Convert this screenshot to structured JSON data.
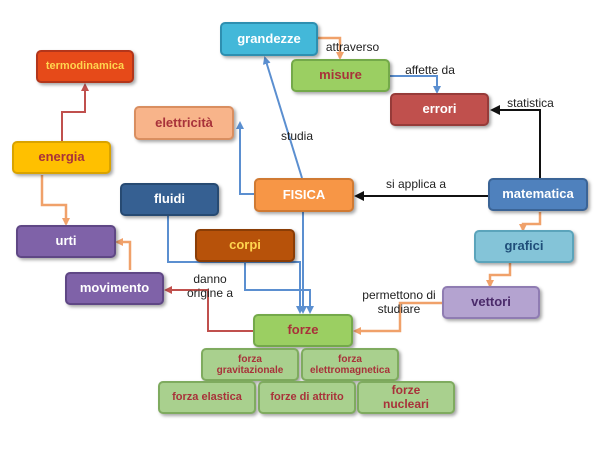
{
  "nodes": {
    "grandezze": {
      "label": "grandezze",
      "fill": "#43b8d9",
      "text": "#ffffff"
    },
    "termodinamica": {
      "label": "termodinamica",
      "fill": "#e64a19",
      "text": "#ffd54f"
    },
    "misure": {
      "label": "misure",
      "fill": "#9bcf62",
      "text": "#a8323a"
    },
    "errori": {
      "label": "errori",
      "fill": "#c0504d",
      "text": "#ffffff"
    },
    "elettricita": {
      "label": "elettricità",
      "fill": "#f8b48a",
      "text": "#a8323a"
    },
    "energia": {
      "label": "energia",
      "fill": "#ffc000",
      "text": "#a8323a"
    },
    "fisica": {
      "label": "FISICA",
      "fill": "#f79646",
      "text": "#ffffff"
    },
    "matematica": {
      "label": "matematica",
      "fill": "#4f81bd",
      "text": "#ffffff"
    },
    "fluidi": {
      "label": "fluidi",
      "fill": "#366092",
      "text": "#ffffff"
    },
    "corpi": {
      "label": "corpi",
      "fill": "#b7520a",
      "text": "#ffd54f"
    },
    "urti": {
      "label": "urti",
      "fill": "#7f62a8",
      "text": "#ffffff"
    },
    "grafici": {
      "label": "grafici",
      "fill": "#84c4d8",
      "text": "#1f4e79"
    },
    "movimento": {
      "label": "movimento",
      "fill": "#7f62a8",
      "text": "#ffffff"
    },
    "vettori": {
      "label": "vettori",
      "fill": "#b4a3d0",
      "text": "#4a2a6a"
    },
    "forze": {
      "label": "forze",
      "fill": "#9bcf62",
      "text": "#a8323a"
    },
    "forza_gravitazionale": {
      "label": "forza gravitazionale",
      "fill": "#a9d08e",
      "text": "#a8323a"
    },
    "forza_elettromagnetica": {
      "label": "forza elettromagnetica",
      "fill": "#a9d08e",
      "text": "#a8323a"
    },
    "forza_elastica": {
      "label": "forza elastica",
      "fill": "#a9d08e",
      "text": "#a8323a"
    },
    "forze_di_attrito": {
      "label": "forze di attrito",
      "fill": "#a9d08e",
      "text": "#a8323a"
    },
    "forze_nucleari": {
      "label": "forze nucleari",
      "fill": "#a9d08e",
      "text": "#a8323a"
    }
  },
  "edge_labels": {
    "attraverso": "attraverso",
    "affette_da": "affette da",
    "statistica": "statistica",
    "studia": "studia",
    "si_applica_a": "si applica a",
    "danno_origine_a": "danno origine a",
    "permettono_di_studiare": "permettono di studiare"
  },
  "link_colors": {
    "blue": "#5b8fd0",
    "orange": "#f0a16a",
    "red": "#c0504d",
    "black": "#111111"
  }
}
